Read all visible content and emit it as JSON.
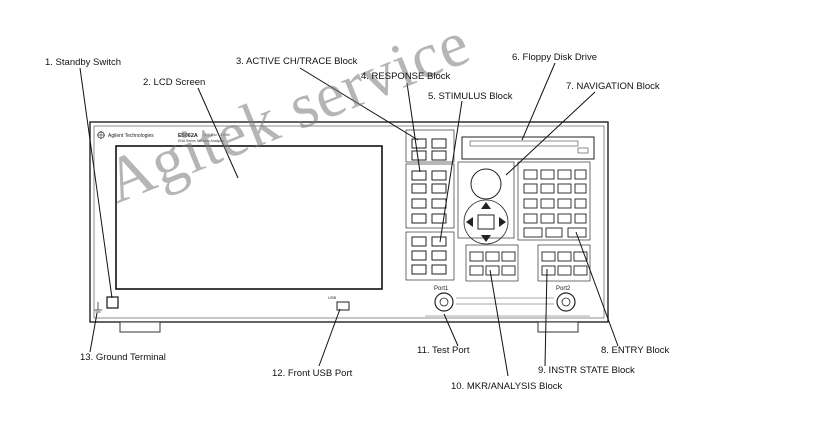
{
  "callouts": [
    {
      "id": "standby",
      "text": "1. Standby Switch"
    },
    {
      "id": "lcd",
      "text": "2. LCD Screen"
    },
    {
      "id": "active",
      "text": "3. ACTIVE CH/TRACE Block"
    },
    {
      "id": "response",
      "text": "4. RESPONSE Block"
    },
    {
      "id": "stimulus",
      "text": "5. STIMULUS Block"
    },
    {
      "id": "floppy",
      "text": "6. Floppy Disk Drive"
    },
    {
      "id": "navigation",
      "text": "7. NAVIGATION Block"
    },
    {
      "id": "entry",
      "text": "8. ENTRY Block"
    },
    {
      "id": "instr",
      "text": "9. INSTR STATE Block"
    },
    {
      "id": "mkr",
      "text": "10. MKR/ANALYSIS Block"
    },
    {
      "id": "testport",
      "text": "11. Test Port"
    },
    {
      "id": "usb",
      "text": "12. Front USB Port"
    },
    {
      "id": "ground",
      "text": "13. Ground Terminal"
    }
  ],
  "instrument": {
    "brand": "Agilent Technologies",
    "model": "E5062A",
    "model_sub": "300 kHz - 3 GHz",
    "model_sub2": "ENA Series  Network Analyzer",
    "port1": "Port1",
    "port2": "Port2",
    "usb_label": "USB"
  },
  "watermark": "Agitek service"
}
